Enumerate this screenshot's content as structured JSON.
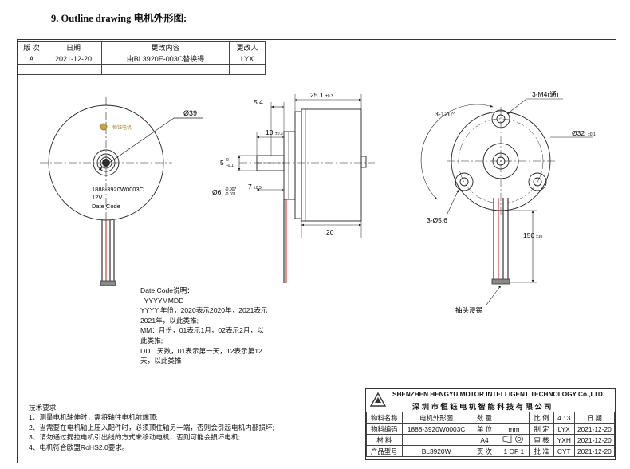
{
  "title": "9. Outline drawing  电机外形图:",
  "revision_table": {
    "headers": [
      "版 次",
      "日期",
      "更改内容",
      "更改人"
    ],
    "rows": [
      [
        "A",
        "2021-12-20",
        "由BL3920E-003C替换得",
        "LYX"
      ],
      [
        "",
        "",
        "",
        ""
      ]
    ]
  },
  "front_view": {
    "brand": "恒钰电机",
    "diameter_label": "Ø39",
    "label_lines": [
      "1888-3920W0003C",
      "12V",
      "Date Code"
    ]
  },
  "side_view": {
    "dim_overall": "25.1",
    "dim_overall_tol": "±0.3",
    "dim_54": "5.4",
    "dim_10": "10",
    "dim_10_tol": "±0.3",
    "dim_5": "5",
    "dim_5_tol_upper": "0",
    "dim_5_tol_lower": "-0.1",
    "dim_6": "Ø6",
    "dim_6_tol_upper": "-0.007",
    "dim_6_tol_lower": "-0.011",
    "dim_7": "7",
    "dim_7_tol": "±0.3",
    "dim_20": "20"
  },
  "rear_view": {
    "angle_label": "3-120°",
    "thread_label": "3-M4(通)",
    "diameter_label": "Ø32",
    "diameter_tol": "±0.1",
    "hole_label": "3-Ø5.6",
    "lead_length": "150",
    "lead_tol": "±10",
    "lead_note": "抽头浸锡"
  },
  "date_code_notes": [
    "Date Code说明：",
    "  YYYYMMDD",
    "YYYY:年份，2020表示2020年，2021表示",
    "2021年，以此类推;",
    "MM：月份，01表示1月，02表示2月，以",
    "此类推;",
    "DD：天数，01表示第一天，12表示第12",
    "天，以此类推"
  ],
  "tech_requirements": [
    "技术要求:",
    "1、测量电机轴伸时，需将轴往电机前端顶;",
    "2、当需要在电机轴上压入配件时，必须顶住轴另一端，否则会引起电机内部损坏;",
    "3、请勿通过提拉电机引出线的方式来移动电机，否则可能会损坏电机;",
    "4、电机符合欧盟RoHS2.0要求。"
  ],
  "title_block": {
    "company_en": "SHENZHEN HENGYU MOTOR INTELLIGENT TECHNOLOGY Co.,LTD.",
    "company_cn": "深圳市恒钰电机智能科技有限公司",
    "rows": [
      [
        "物料名称",
        "电机外形图",
        "数 量",
        "",
        "比 例",
        "4 : 3",
        "日 期"
      ],
      [
        "物料编码",
        "1888-3920W0003C",
        "单 位",
        "mm",
        "制 定",
        "LYX",
        "2021-12-20"
      ],
      [
        "材    料",
        "",
        "A4",
        "projection",
        "审 核",
        "YXH",
        "2021-12-20"
      ],
      [
        "产品型号",
        "BL3920W",
        "页 次",
        "1 OF 1",
        "批 准",
        "CYT",
        "2021-12-20"
      ]
    ]
  }
}
